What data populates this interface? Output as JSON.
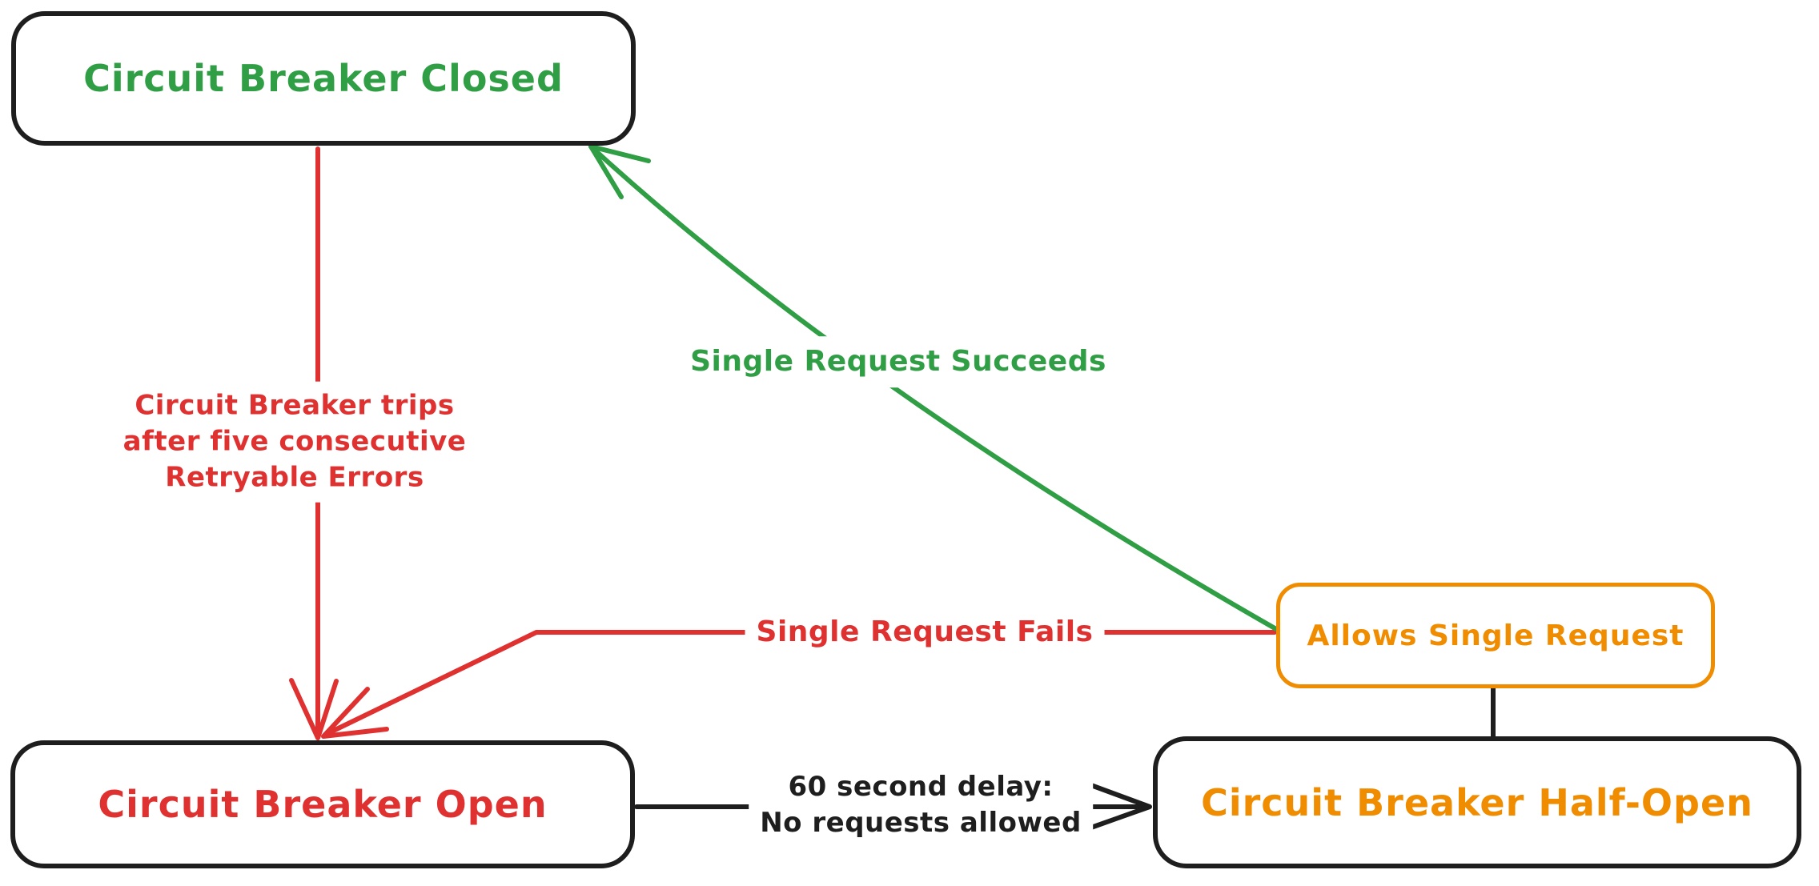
{
  "colors": {
    "background": "#ffffff",
    "black": "#1e1e1e",
    "red": "#e03131",
    "green": "#2f9e44",
    "orange": "#f08c00"
  },
  "nodes": {
    "closed": {
      "label": "Circuit Breaker Closed"
    },
    "open": {
      "label": "Circuit Breaker Open"
    },
    "half_open": {
      "label": "Circuit Breaker Half-Open"
    },
    "allows": {
      "label": "Allows Single Request"
    }
  },
  "edges": {
    "trip": {
      "label_line1": "Circuit Breaker trips",
      "label_line2": "after five consecutive",
      "label_line3": "Retryable Errors"
    },
    "succeed": {
      "label": "Single Request Succeeds"
    },
    "fail": {
      "label": "Single Request Fails"
    },
    "delay": {
      "label_line1": "60 second delay:",
      "label_line2": "No requests allowed"
    }
  }
}
